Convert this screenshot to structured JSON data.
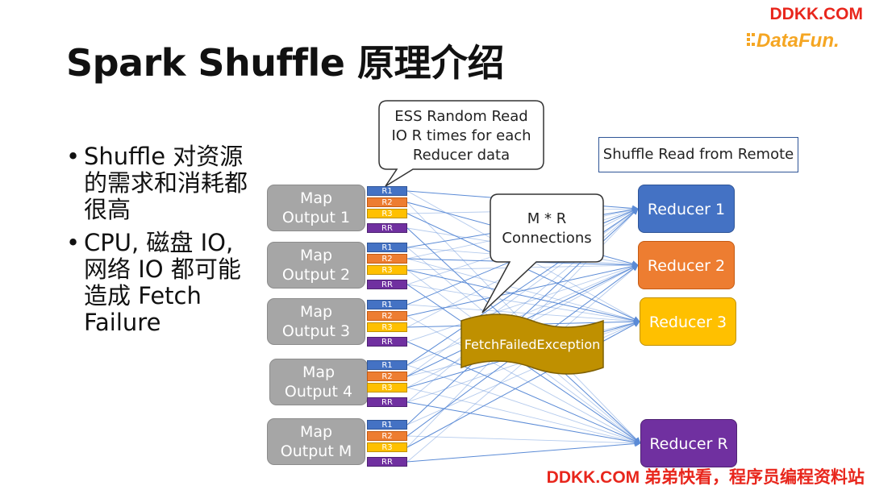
{
  "title": "Spark Shuffle 原理介绍",
  "watermark_top": "DDKK.COM",
  "logo_text": "DataFun.",
  "watermark_bottom": "DDKK.COM 弟弟快看，程序员编程资料站",
  "bullets": [
    "Shuffle 对资源的需求和消耗都很高",
    "CPU, 磁盘 IO, 网络 IO 都可能造成 Fetch Failure"
  ],
  "map_outputs": [
    {
      "line1": "Map",
      "line2": "Output 1"
    },
    {
      "line1": "Map",
      "line2": "Output 2"
    },
    {
      "line1": "Map",
      "line2": "Output 3"
    },
    {
      "line1": "Map",
      "line2": "Output 4"
    },
    {
      "line1": "Map",
      "line2": "Output M"
    }
  ],
  "partition_labels": [
    "R1",
    "R2",
    "R3",
    "RR"
  ],
  "reducers": [
    "Reducer 1",
    "Reducer 2",
    "Reducer 3",
    "Reducer R"
  ],
  "callout_ess": [
    "ESS Random Read",
    "IO R times for each",
    "Reducer data"
  ],
  "callout_conn": [
    "M * R",
    "Connections"
  ],
  "exception_label": "FetchFailedException",
  "remote_label": "Shuffle Read from Remote",
  "colors": {
    "map_gray": "#a6a6a6",
    "r1_blue": "#4472c4",
    "r2_orange": "#ed7d31",
    "r3_yellow": "#ffc000",
    "rr_purple": "#7030a0",
    "exception_gold": "#bf9000",
    "line_blue": "#5b8bd6",
    "watermark_red": "#e8261c"
  }
}
